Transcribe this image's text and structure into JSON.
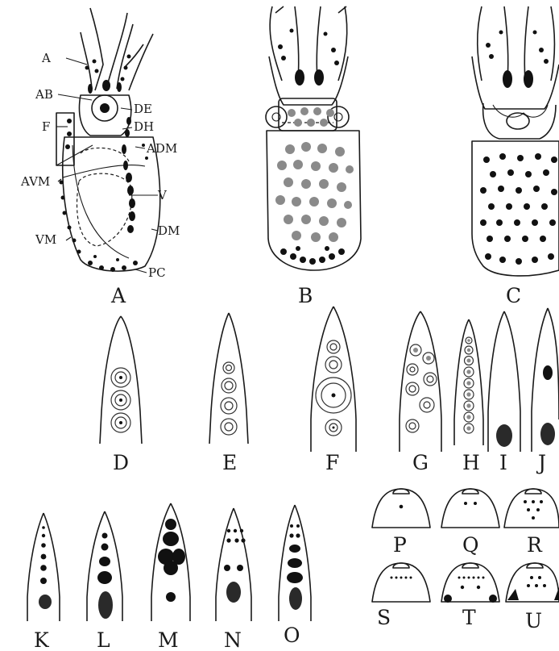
{
  "annotations": [
    "A",
    "AB",
    "DE",
    "DH",
    "F",
    "ADM",
    "AVM",
    "V",
    "VM",
    "DM",
    "PC"
  ],
  "panels": [
    "A",
    "B",
    "C",
    "D",
    "E",
    "F",
    "G",
    "H",
    "I",
    "J",
    "K",
    "L",
    "M",
    "N",
    "O",
    "P",
    "Q",
    "R",
    "S",
    "T",
    "U"
  ],
  "colors": {
    "ink": "#1a1a1a",
    "background": "#ffffff",
    "stipple": "#8a8a8a"
  }
}
